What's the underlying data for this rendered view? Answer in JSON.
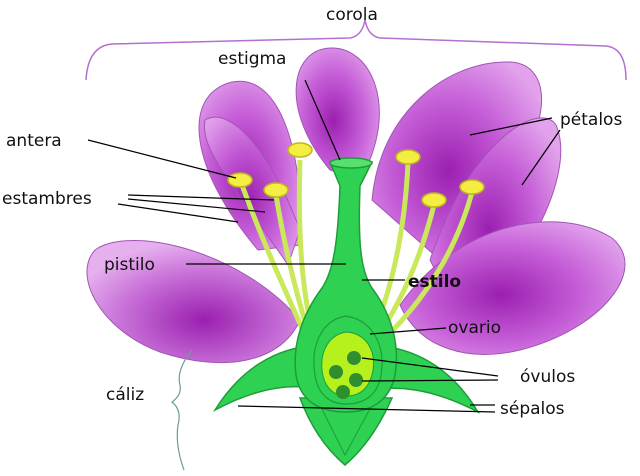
{
  "labels": {
    "corola": "corola",
    "estigma": "estigma",
    "antera": "antera",
    "estambres": "estambres",
    "petalos": "pétalos",
    "pistilo": "pistilo",
    "estilo": "estilo",
    "ovario": "ovario",
    "ovulos": "óvulos",
    "caliz": "cáliz",
    "sepalos": "sépalos"
  },
  "colors": {
    "petal_dark": "#9b1fb0",
    "petal_light": "#d98de6",
    "pistil_green": "#2fd152",
    "filament_yellow": "#c9e85a",
    "ovary_inner": "#b6f11d",
    "ovule_green": "#2f8f2f",
    "bracket_corola": "#b46fd0",
    "bracket_caliz": "#6c9a9a"
  }
}
